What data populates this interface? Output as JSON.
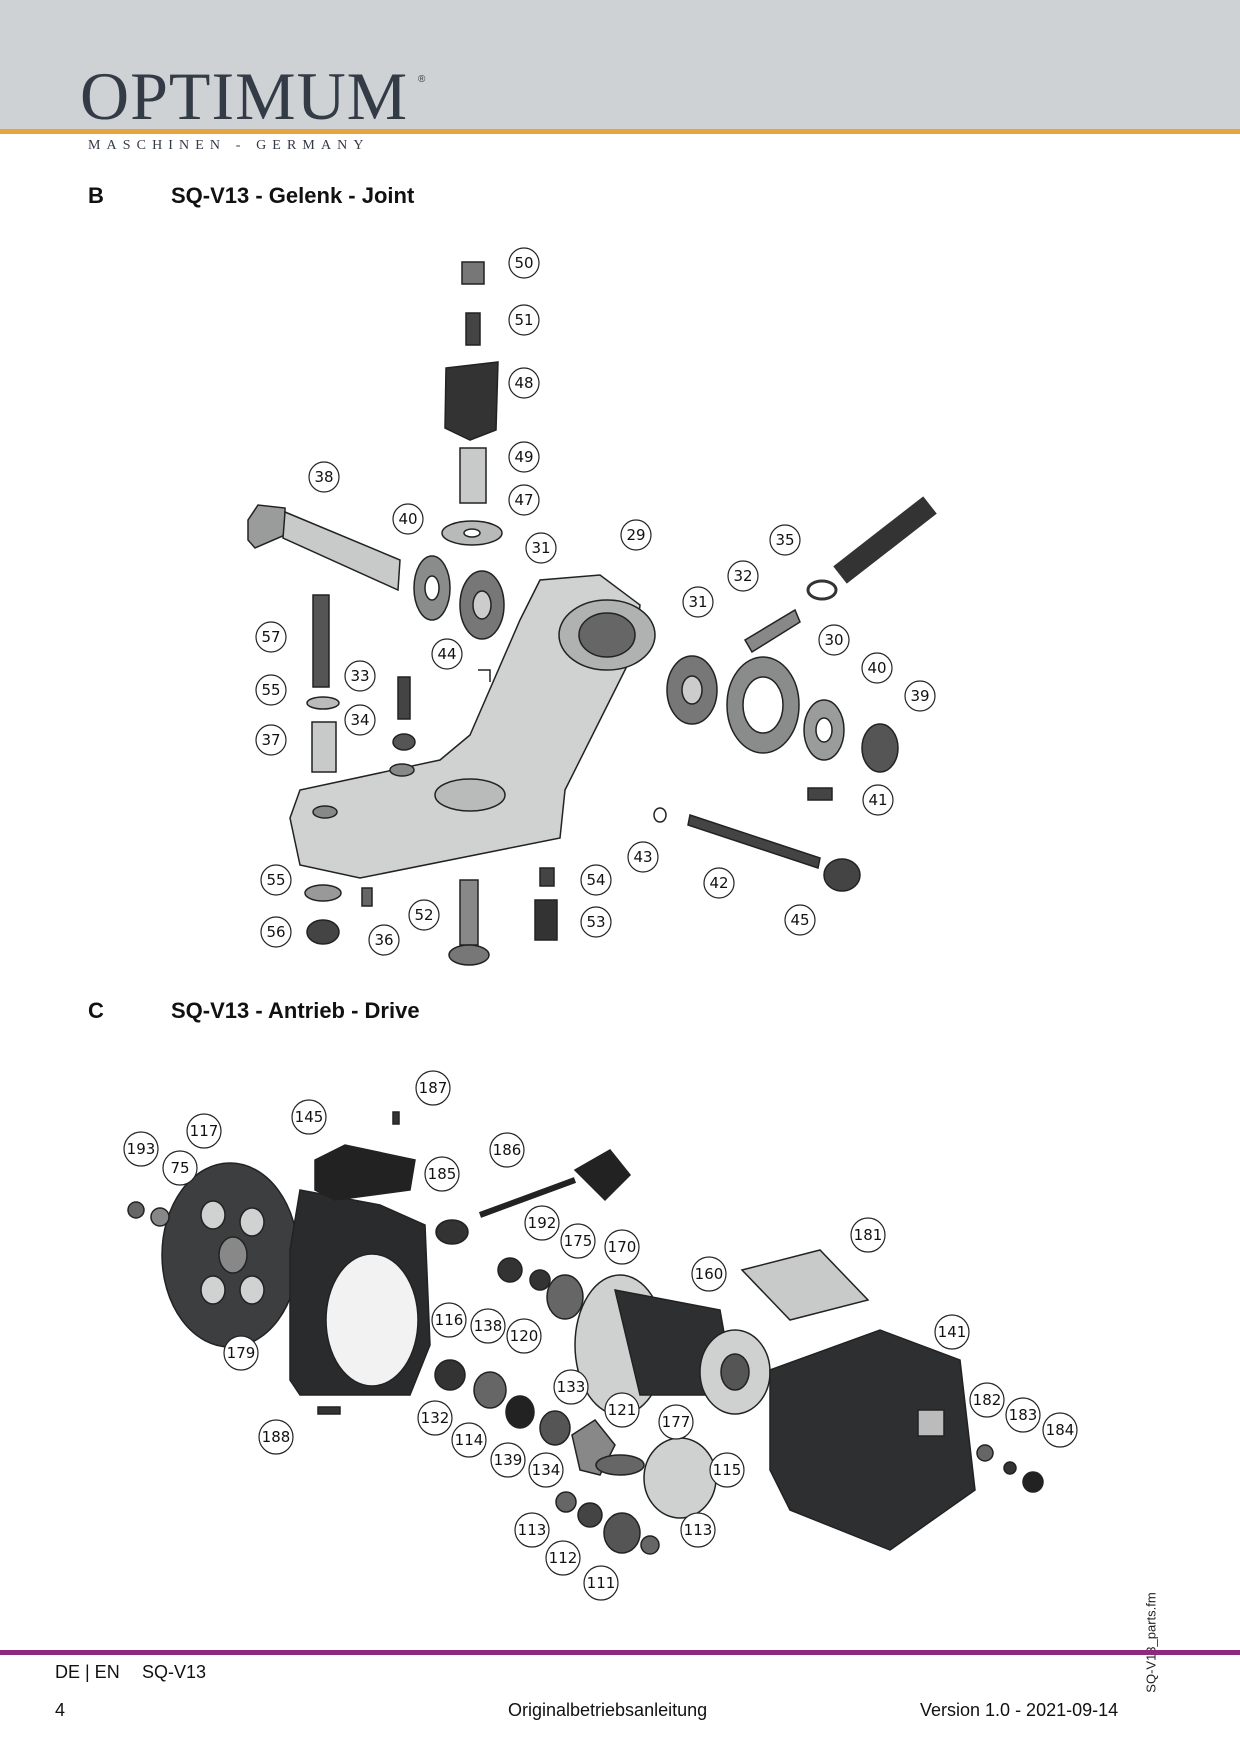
{
  "header": {
    "logo": "OPTIMUM",
    "registered": "®",
    "subtitle": "MASCHINEN - GERMANY",
    "accent_color": "#e8a33a"
  },
  "section_b": {
    "letter": "B",
    "title": "SQ-V13 - Gelenk - Joint",
    "callouts": [
      "50",
      "51",
      "48",
      "49",
      "47",
      "38",
      "40",
      "31",
      "29",
      "35",
      "32",
      "31",
      "30",
      "40",
      "39",
      "57",
      "44",
      "33",
      "55",
      "34",
      "37",
      "41",
      "43",
      "42",
      "55",
      "54",
      "56",
      "36",
      "52",
      "53",
      "45"
    ]
  },
  "section_c": {
    "letter": "C",
    "title": "SQ-V13 - Antrieb - Drive",
    "callouts": [
      "187",
      "145",
      "117",
      "193",
      "75",
      "186",
      "185",
      "192",
      "175",
      "170",
      "181",
      "160",
      "116",
      "138",
      "120",
      "179",
      "141",
      "133",
      "182",
      "121",
      "183",
      "132",
      "177",
      "184",
      "114",
      "139",
      "134",
      "115",
      "188",
      "113",
      "113",
      "112",
      "111"
    ]
  },
  "side_label": "SQ-V13_parts.fm",
  "footer": {
    "lang": "DE | EN",
    "model": "SQ-V13",
    "page": "4",
    "doc": "Originalbetriebsanleitung",
    "version": "Version 1.0 - 2021-09-14",
    "accent_color": "#8e2a7d"
  }
}
